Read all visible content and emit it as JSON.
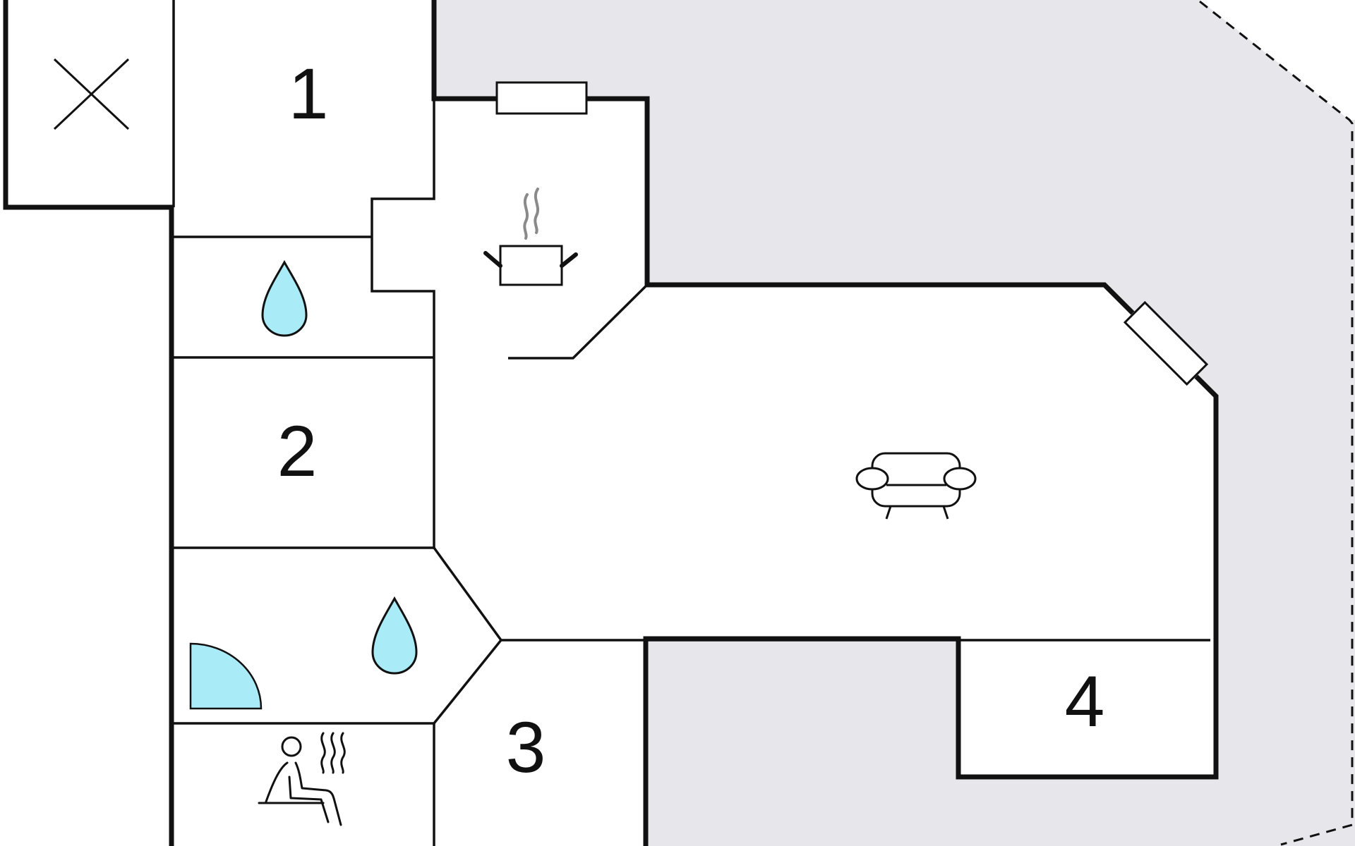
{
  "floor_plan": {
    "rooms": [
      {
        "id": "room-1",
        "number": "1"
      },
      {
        "id": "room-2",
        "number": "2"
      },
      {
        "id": "room-3",
        "number": "3"
      },
      {
        "id": "room-4",
        "number": "4"
      }
    ],
    "icons": [
      {
        "id": "void-x",
        "icon": "cross-mark-icon"
      },
      {
        "id": "water-1",
        "icon": "water-drop-icon"
      },
      {
        "id": "water-2",
        "icon": "water-drop-icon"
      },
      {
        "id": "shower",
        "icon": "shower-tray-icon"
      },
      {
        "id": "sauna",
        "icon": "sauna-icon"
      },
      {
        "id": "kitchen",
        "icon": "cooking-pot-icon"
      },
      {
        "id": "living",
        "icon": "sofa-icon"
      }
    ],
    "colors": {
      "wall": "#111111",
      "outdoor_area": "#e6e6eb",
      "water_fill": "#a9ecf7",
      "steam": "#8a8a8a"
    }
  }
}
